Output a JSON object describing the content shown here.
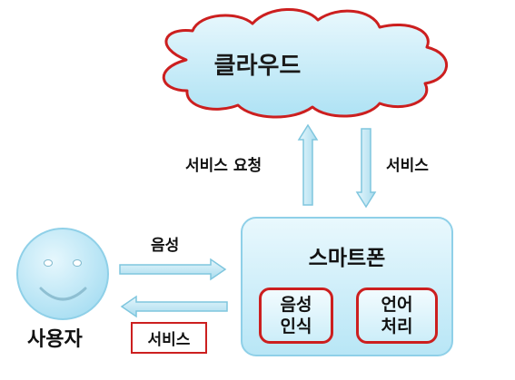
{
  "cloud": {
    "label": "클라우드"
  },
  "arrows": {
    "request_label": "서비스 요청",
    "service_down_label": "서비스",
    "voice_label": "음성"
  },
  "user": {
    "label": "사용자"
  },
  "service_box": {
    "label": "서비스"
  },
  "smartphone": {
    "label": "스마트폰",
    "modules": [
      {
        "line1": "음성",
        "line2": "인식"
      },
      {
        "line1": "언어",
        "line2": "처리"
      }
    ]
  },
  "colors": {
    "cloud_fill": "#c6ecf8",
    "cloud_outline": "#cc1f1f",
    "arrow_fill": "#bfe7f5",
    "arrow_stroke": "#7fc6de",
    "face_fill": "#bfe8f7",
    "highlight_red": "#cc1f1f"
  }
}
